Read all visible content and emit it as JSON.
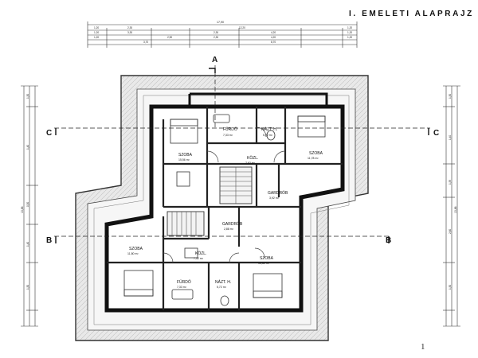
{
  "title": "I. EMELETI ALAPRAJZ",
  "sheet_number": "1",
  "sections": {
    "a": "A",
    "b": "B",
    "c": "C"
  },
  "rooms": [
    {
      "key": "furdo-top",
      "name": "FÜRDŐ",
      "area": "7,33 m²"
    },
    {
      "key": "wc-top",
      "name": "NÁZT. H.",
      "area": "5,72 m²"
    },
    {
      "key": "szoba-top-left",
      "name": "SZOBA",
      "area": "15,56 m²"
    },
    {
      "key": "szoba-top-right",
      "name": "SZOBA",
      "area": "11,78 m²"
    },
    {
      "key": "kozl-top",
      "name": "KÖZL.",
      "area": "7,62 m²"
    },
    {
      "key": "gardrob-right",
      "name": "GARDRÓB",
      "area": "3,92 m²"
    },
    {
      "key": "gardrob-center",
      "name": "GARDRÓB",
      "area": "2,88 m²"
    },
    {
      "key": "szoba-bottom-left",
      "name": "SZOBA",
      "area": "11,80 m²"
    },
    {
      "key": "kozl-bottom",
      "name": "KÖZL.",
      "area": "7,32 m²"
    },
    {
      "key": "szoba-bottom-right",
      "name": "SZOBA",
      "area": "15,52 m²"
    },
    {
      "key": "furdo-bottom",
      "name": "FÜRDŐ",
      "area": "7,33 m²"
    },
    {
      "key": "wc-bottom",
      "name": "NÁZT. H.",
      "area": "5,72 m²"
    }
  ],
  "dimensions": {
    "top_overall": "17,90",
    "top_chain_1": [
      "1,20",
      "2,30",
      "12,20",
      "1,20"
    ],
    "top_chain_2": [
      "1,20",
      "3,30",
      "2,30",
      "4,20",
      "1,20"
    ],
    "top_chain_3": [
      "1,20",
      "2,90",
      "2,30",
      "4,20",
      "1,20"
    ],
    "top_chain_4": [
      "3,70",
      "8,70"
    ],
    "left_overall": "13,86",
    "left_chain": [
      "1,50",
      "1,40",
      "0,50",
      "1,40",
      "1,50"
    ],
    "right_overall": "13,86",
    "right_chain": [
      "1,50",
      "1,40",
      "1,55",
      "2,60",
      "1,50"
    ]
  }
}
